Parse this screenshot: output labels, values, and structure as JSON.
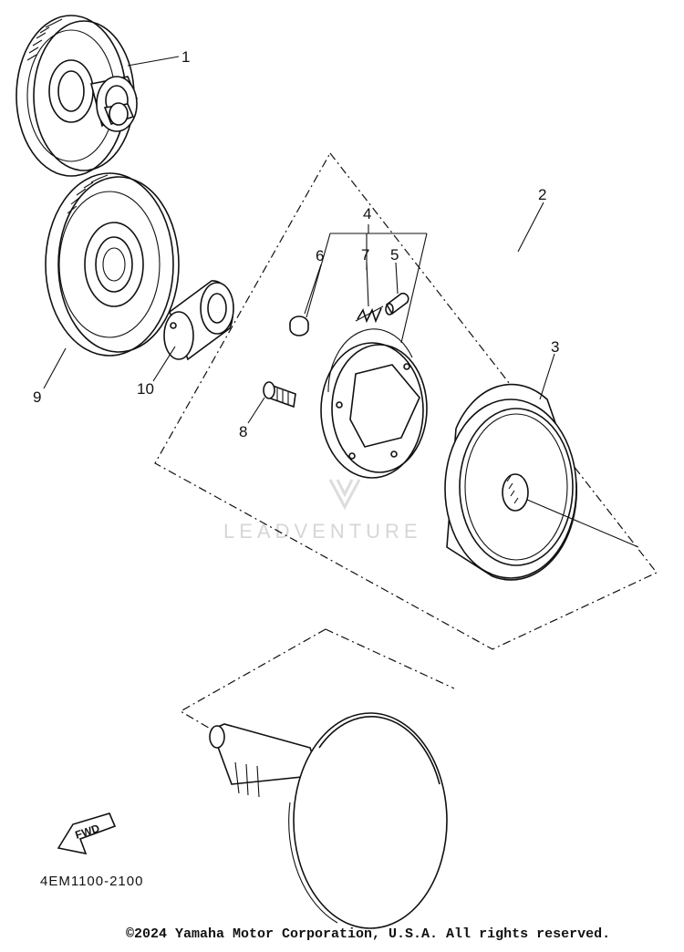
{
  "diagram": {
    "callouts": [
      "1",
      "2",
      "3",
      "4",
      "5",
      "6",
      "7",
      "8",
      "9",
      "10"
    ],
    "fwd_label": "FWD",
    "part_code": "4EM1100-2100",
    "watermark": "LEADVENTURE",
    "copyright": "©2024 Yamaha Motor Corporation, U.S.A. All rights reserved."
  }
}
